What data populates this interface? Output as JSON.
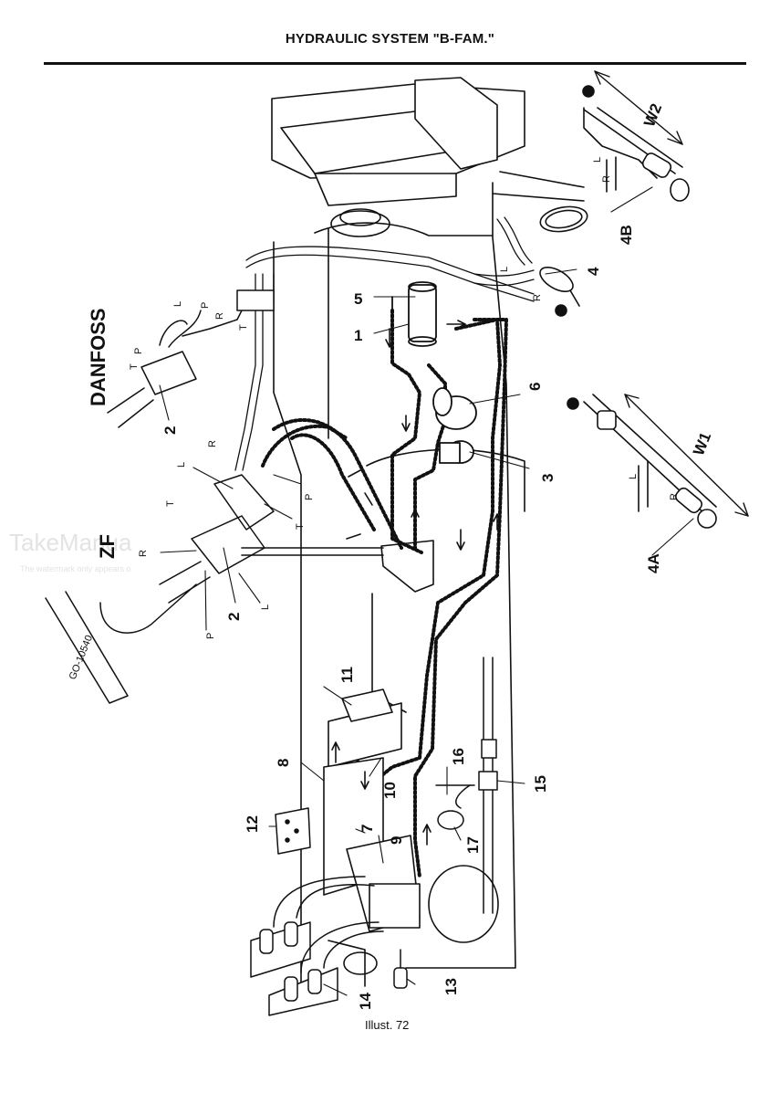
{
  "title": "HYDRAULIC SYSTEM \"B-FAM.\"",
  "caption": "Illust. 72",
  "drawing_number": "GO-10540",
  "watermark": {
    "main": "TakeManua",
    "sub": "The watermark only appears o"
  },
  "side_labels": {
    "danfoss": "DANFOSS",
    "zf": "ZF"
  },
  "dimensions": {
    "w2": "W2",
    "w1": "W1"
  },
  "callouts": {
    "c1": "1",
    "c2a": "2",
    "c2b": "2",
    "c3": "3",
    "c4": "4",
    "c4a": "4A",
    "c4b": "4B",
    "c5": "5",
    "c6": "6",
    "c7": "7",
    "c8": "8",
    "c9": "9",
    "c10": "10",
    "c11": "11",
    "c12": "12",
    "c13": "13",
    "c14": "14",
    "c15": "15",
    "c16": "16",
    "c17": "17"
  },
  "port_letters": {
    "L": "L",
    "R": "R",
    "P": "P",
    "T": "T"
  }
}
